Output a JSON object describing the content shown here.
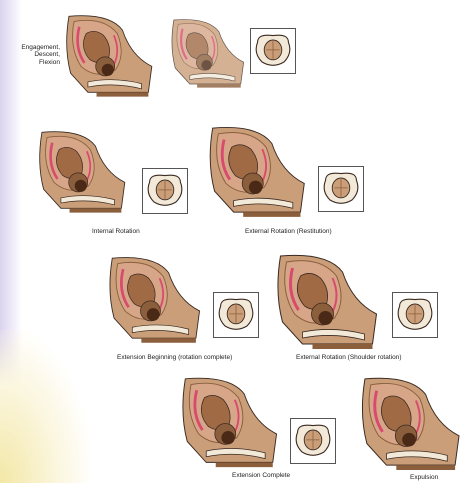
{
  "stages": {
    "engagement_l1": "Engagement,",
    "engagement_l2": "Descent,",
    "engagement_l3": "Flexion",
    "internal_rotation": "Internal Rotation",
    "external_rotation_restitution": "External Rotation (Restitution)",
    "extension_beginning": "Extension Beginning (rotation complete)",
    "external_rotation_shoulder": "External Rotation (Shoulder rotation)",
    "extension_complete": "Extension Complete",
    "expulsion": "Expulsion"
  },
  "colors": {
    "skin": "#c99e78",
    "skin_dark": "#8b5e3c",
    "uterus": "#d7a689",
    "pink": "#d84b6e",
    "fetus": "#a06a45",
    "hair": "#4a2a17",
    "bone": "#f3e9d8",
    "outline": "#3a2a22"
  }
}
